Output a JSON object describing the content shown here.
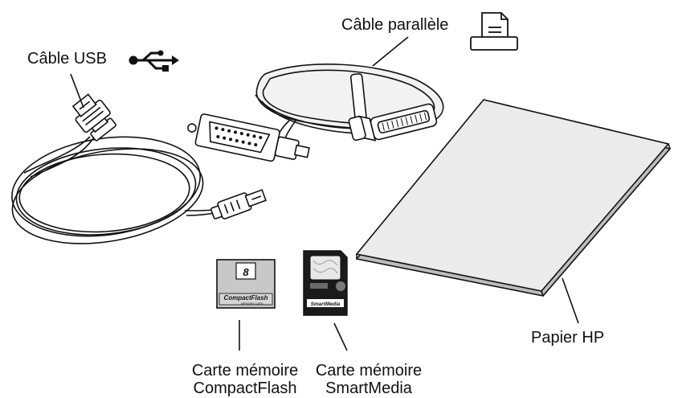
{
  "labels": {
    "usb_cable": "Câble USB",
    "parallel_cable": "Câble parallèle",
    "hp_paper": "Papier HP",
    "compactflash_card_line1": "Carte mémoire",
    "compactflash_card_line2": "CompactFlash",
    "smartmedia_card_line1": "Carte mémoire",
    "smartmedia_card_line2": "SmartMedia"
  },
  "card_prints": {
    "compactflash_slot_number": "8",
    "compactflash_brand": "CompactFlash",
    "compactflash_subtitle": "MEMORY CARD",
    "smartmedia_brand": "SmartMedia"
  },
  "icons": {
    "usb": "usb-trident-icon",
    "parallel": "printer-document-icon"
  },
  "colors": {
    "ink": "#111111",
    "paper_fill": "#e6e6e6",
    "paper_edge": "#bdbdbd",
    "card_fill": "#c8c8c8",
    "smartmedia_body": "#1a1a1a"
  }
}
